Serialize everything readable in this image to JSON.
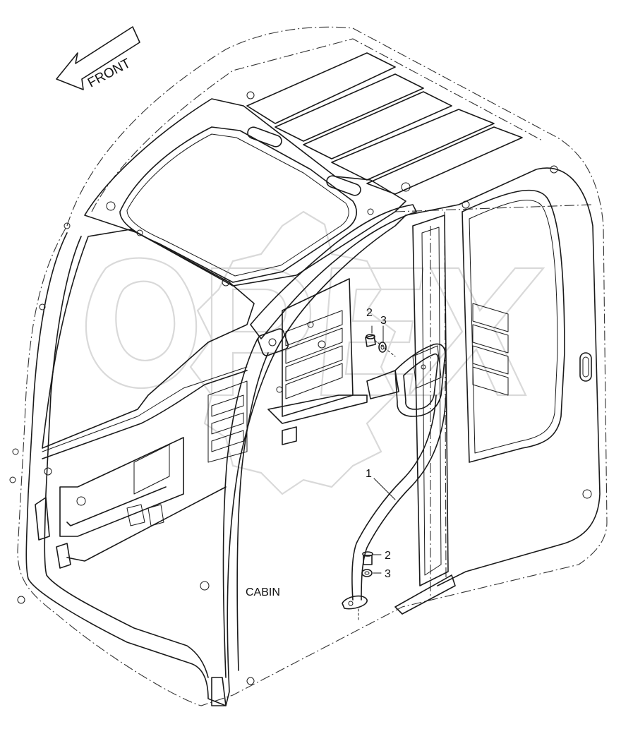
{
  "diagram": {
    "front_label": "FRONT",
    "cabin_label": "CABIN",
    "part_callouts": [
      {
        "id": "callout-1",
        "text": "1"
      },
      {
        "id": "callout-2-upper",
        "text": "2"
      },
      {
        "id": "callout-3-upper",
        "text": "3"
      },
      {
        "id": "callout-2-lower",
        "text": "2"
      },
      {
        "id": "callout-3-lower",
        "text": "3"
      }
    ],
    "watermark_text": "OPEX",
    "line_color": "#1a1a1a",
    "watermark_color": "#d9d9d9"
  }
}
